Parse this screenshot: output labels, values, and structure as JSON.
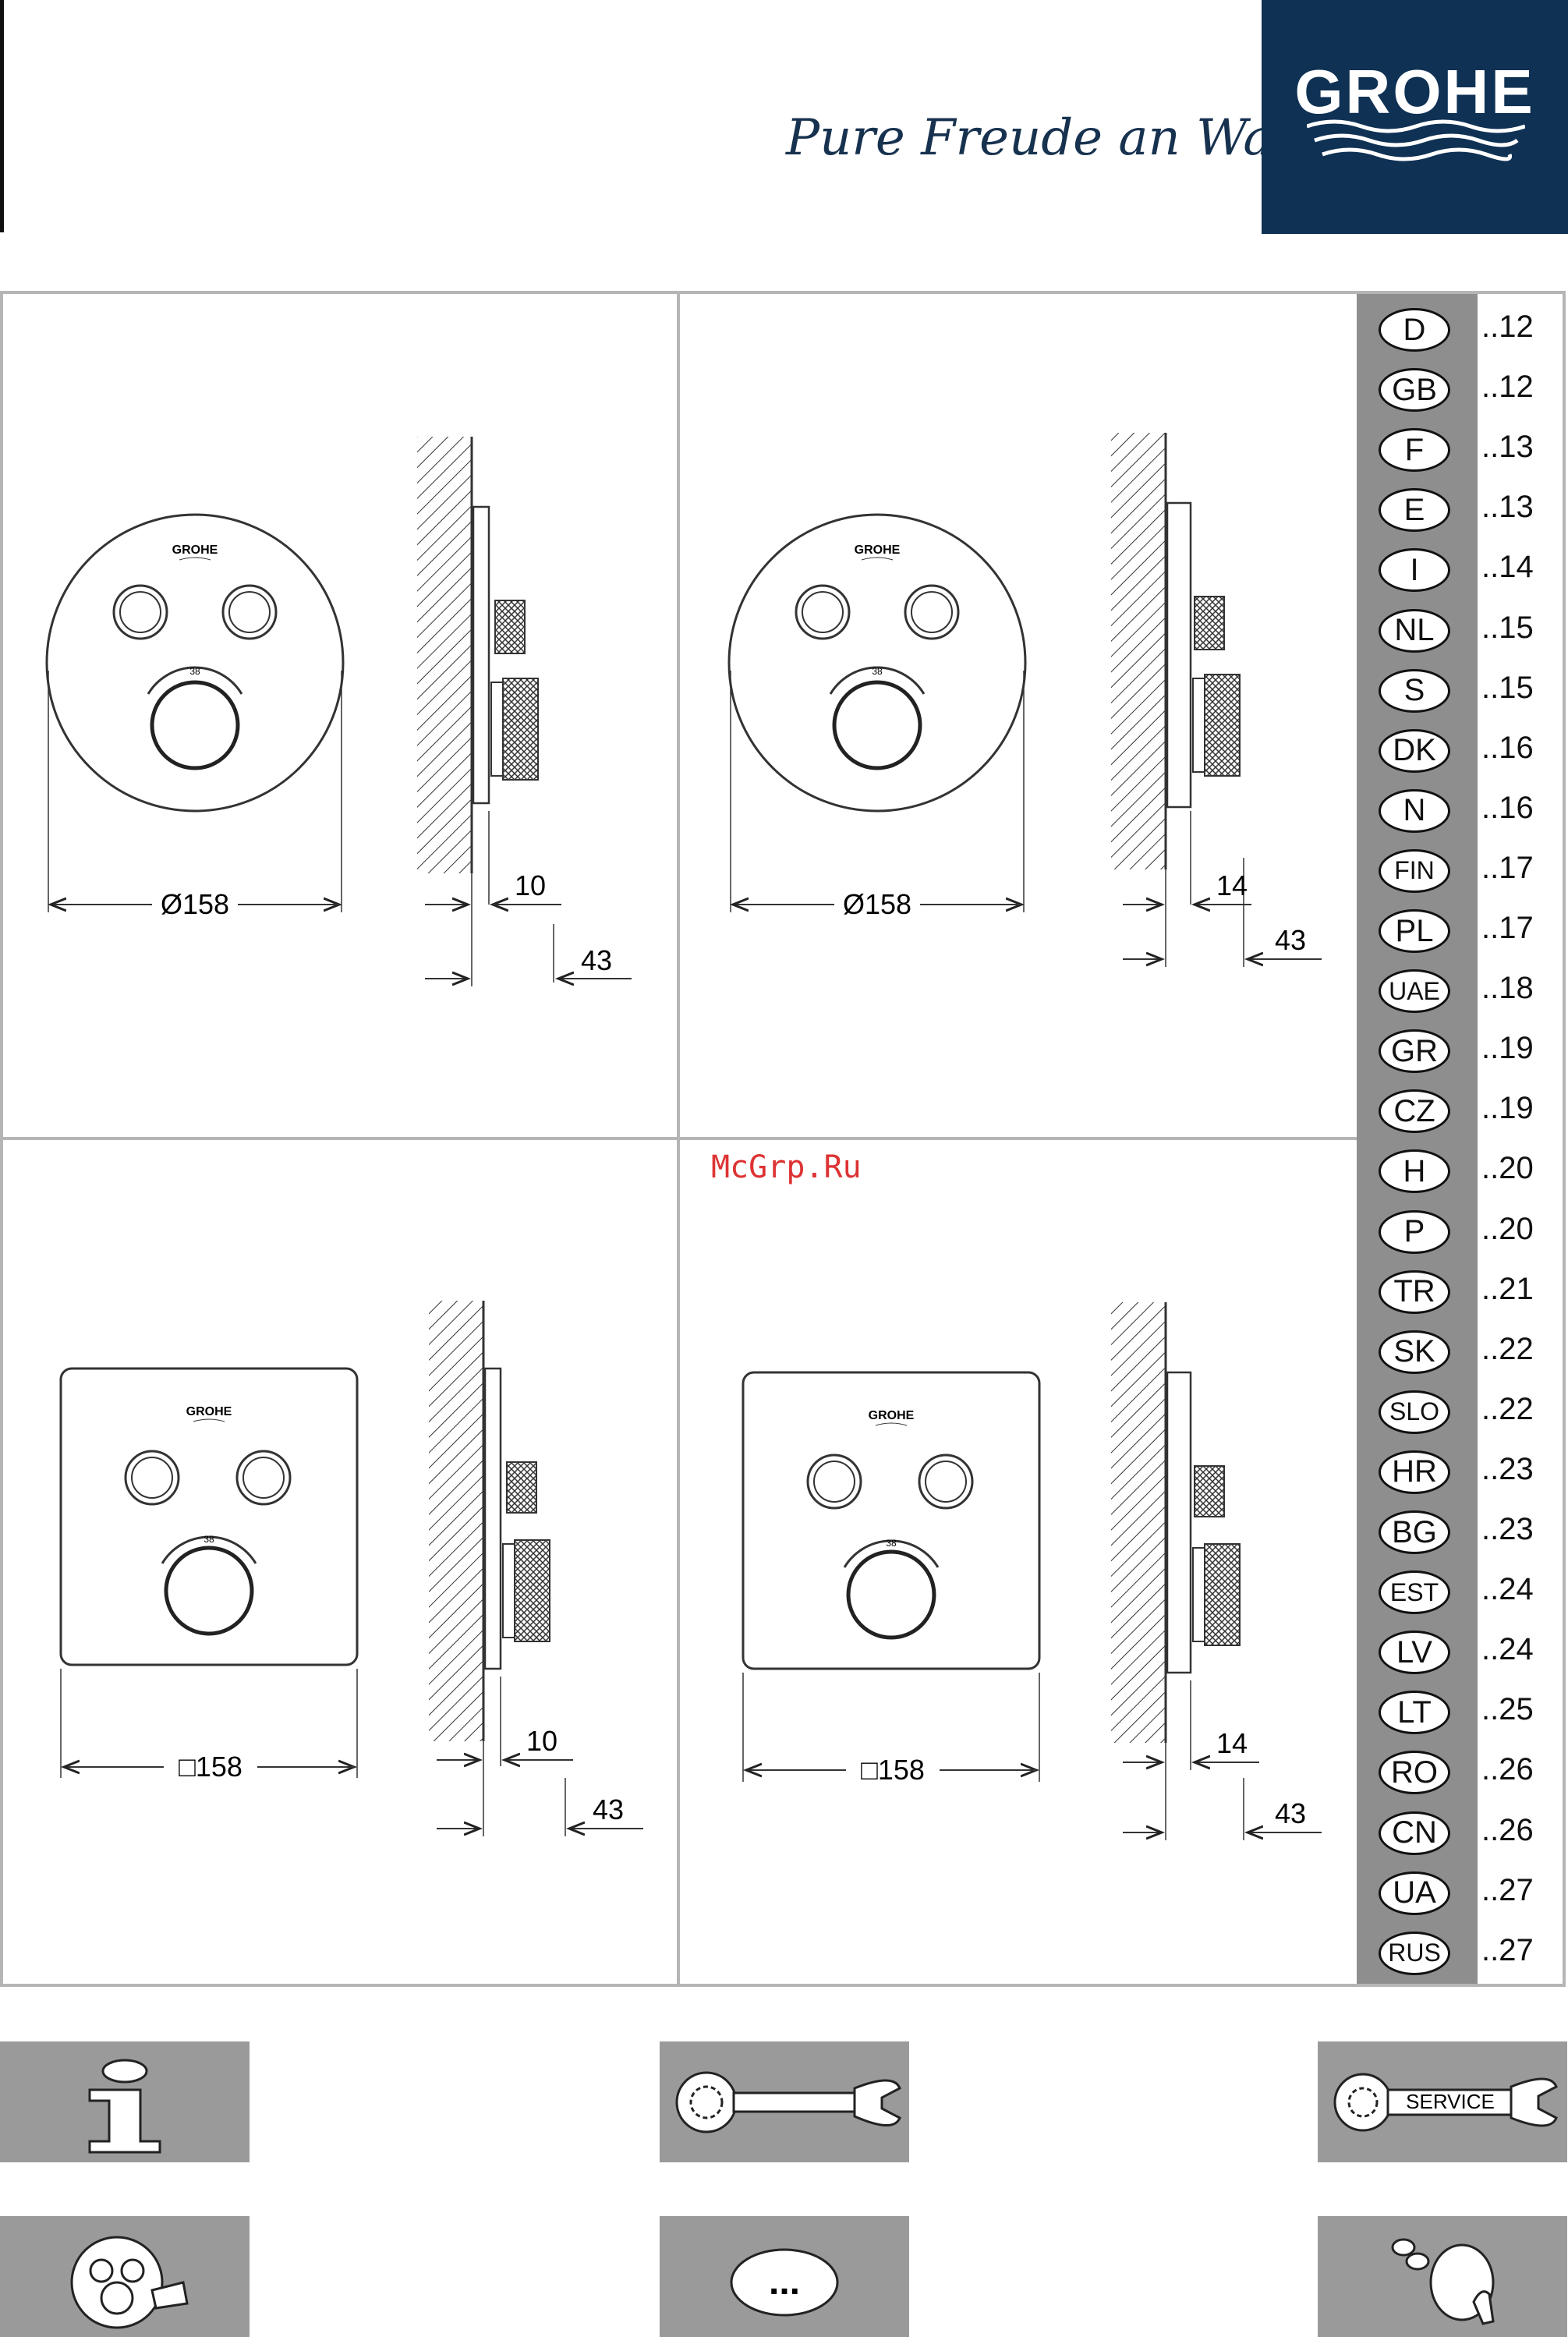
{
  "header": {
    "tagline": "Pure Freude an Wasser",
    "brand": "GROHE"
  },
  "colors": {
    "brand_navy": "#0f3154",
    "frame_grey": "#b5b5b5",
    "lang_grey": "#8e8e8e",
    "tile_grey": "#9a9a9a",
    "watermark_red": "#dd3333"
  },
  "panels": {
    "top_left": {
      "shape": "round",
      "diameter_label": "Ø158",
      "dim_a": "10",
      "dim_b": "43",
      "knob_scale": "38"
    },
    "top_right": {
      "shape": "round",
      "diameter_label": "Ø158",
      "dim_a": "14",
      "dim_b": "43",
      "knob_scale": "38"
    },
    "bottom_left": {
      "shape": "square",
      "diameter_label": "□158",
      "dim_a": "10",
      "dim_b": "43",
      "knob_scale": "38"
    },
    "bottom_right": {
      "shape": "square",
      "diameter_label": "□158",
      "dim_a": "14",
      "dim_b": "43",
      "knob_scale": "38"
    }
  },
  "watermark": "McGrp.Ru",
  "languages": [
    {
      "code": "D",
      "page": "..12"
    },
    {
      "code": "GB",
      "page": "..12"
    },
    {
      "code": "F",
      "page": "..13"
    },
    {
      "code": "E",
      "page": "..13"
    },
    {
      "code": "I",
      "page": "..14"
    },
    {
      "code": "NL",
      "page": "..15"
    },
    {
      "code": "S",
      "page": "..15"
    },
    {
      "code": "DK",
      "page": "..16"
    },
    {
      "code": "N",
      "page": "..16"
    },
    {
      "code": "FIN",
      "page": "..17"
    },
    {
      "code": "PL",
      "page": "..17"
    },
    {
      "code": "UAE",
      "page": "..18"
    },
    {
      "code": "GR",
      "page": "..19"
    },
    {
      "code": "CZ",
      "page": "..19"
    },
    {
      "code": "H",
      "page": "..20"
    },
    {
      "code": "P",
      "page": "..20"
    },
    {
      "code": "TR",
      "page": "..21"
    },
    {
      "code": "SK",
      "page": "..22"
    },
    {
      "code": "SLO",
      "page": "..22"
    },
    {
      "code": "HR",
      "page": "..23"
    },
    {
      "code": "BG",
      "page": "..23"
    },
    {
      "code": "EST",
      "page": "..24"
    },
    {
      "code": "LV",
      "page": "..24"
    },
    {
      "code": "LT",
      "page": "..25"
    },
    {
      "code": "RO",
      "page": "..26"
    },
    {
      "code": "CN",
      "page": "..26"
    },
    {
      "code": "UA",
      "page": "..27"
    },
    {
      "code": "RUS",
      "page": "..27"
    }
  ],
  "tiles": {
    "info_icon": "info-icon",
    "wrench_icon": "wrench-icon",
    "service_label": "SERVICE",
    "install_icon": "installation-icon",
    "more_label": "...",
    "parts_icon": "parts-icon"
  }
}
